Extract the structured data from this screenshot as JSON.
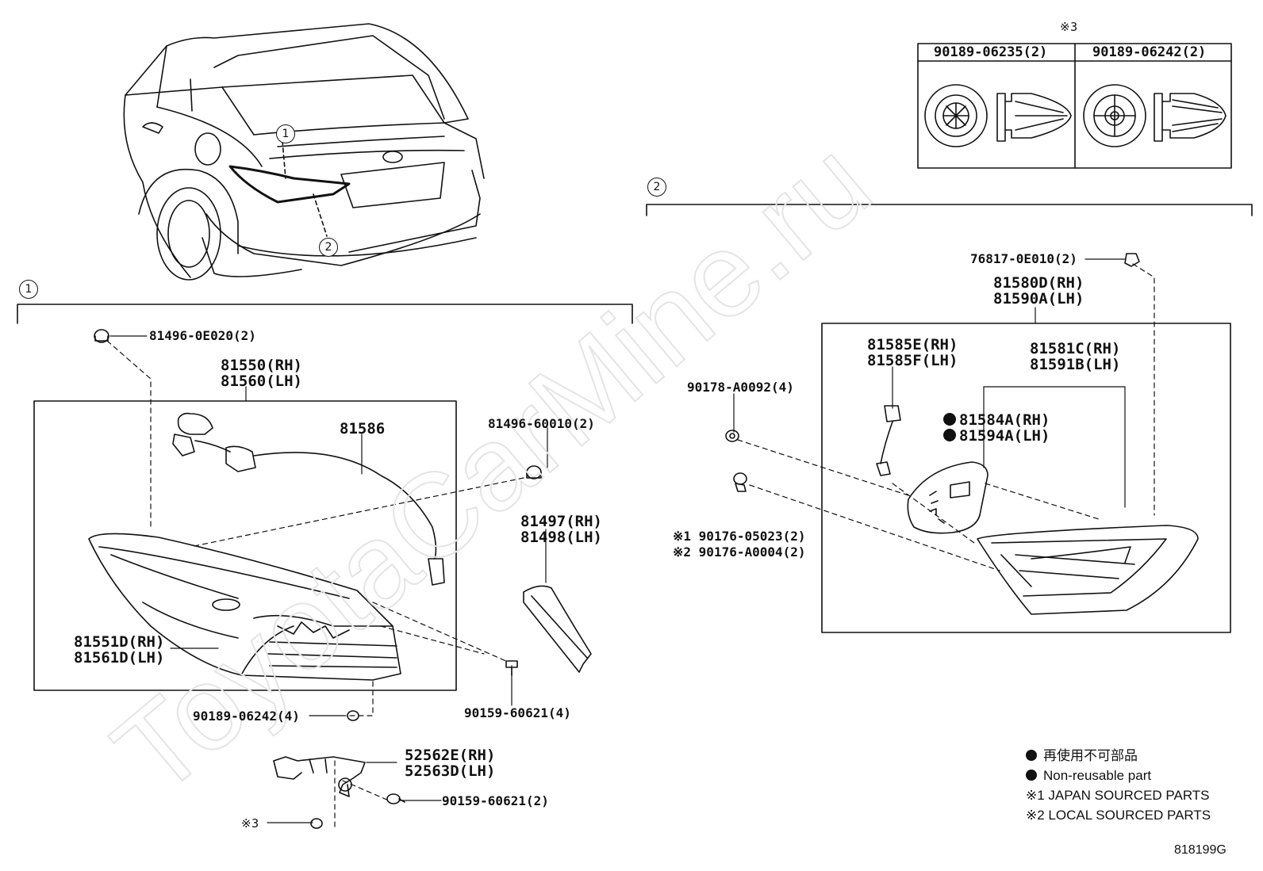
{
  "callouts": {
    "one": "1",
    "two": "2"
  },
  "mark3": "※3",
  "clip_table": {
    "header_mark": "※3",
    "col1": "90189-06235(2)",
    "col2": "90189-06242(2)"
  },
  "group1": {
    "clip_top": "81496-0E020(2)",
    "lamp_rh": "81550(RH)",
    "lamp_lh": "81560(LH)",
    "harness": "81586",
    "clip_right": "81496-60010(2)",
    "cover_rh": "81497(RH)",
    "cover_lh": "81498(LH)",
    "lens_rh": "81551D(RH)",
    "lens_lh": "81561D(LH)",
    "clip_bottom": "90189-06242(4)",
    "screw_right": "90159-60621(4)",
    "bracket_rh": "52562E(RH)",
    "bracket_lh": "52563D(LH)",
    "screw_bracket": "90159-60621(2)",
    "mark3_label": "※3"
  },
  "group2": {
    "clip_top": "76817-0E010(2)",
    "assy_rh": "81580D(RH)",
    "assy_lh": "81590A(LH)",
    "wire_rh": "81585E(RH)",
    "wire_lh": "81585F(LH)",
    "unit_rh": "81581C(RH)",
    "unit_lh": "81591B(LH)",
    "nut": "90178-A0092(4)",
    "socket_rh": "81584A(RH)",
    "socket_lh": "81594A(LH)",
    "bolt1": "※1 90176-05023(2)",
    "bolt2": "※2 90176-A0004(2)"
  },
  "legend": {
    "jp": "再使用不可部品",
    "en": "Non-reusable part",
    "note1": "※1 JAPAN SOURCED PARTS",
    "note2": "※2 LOCAL SOURCED PARTS"
  },
  "drawing_id": "818199G",
  "watermark": "ToyotaCarMine.ru"
}
